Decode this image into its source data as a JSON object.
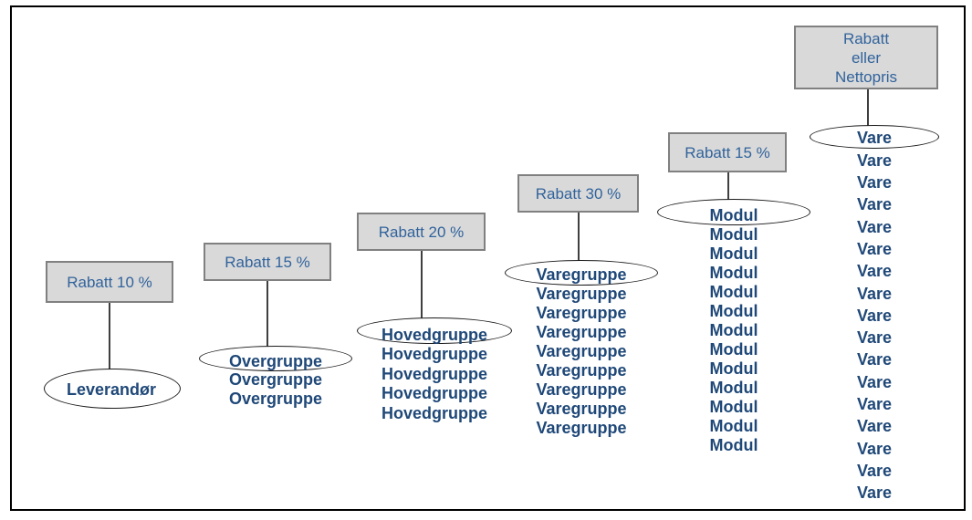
{
  "diagram": {
    "description_labels": {
      "frame": "pricing-hierarchy-diagram"
    },
    "columns": [
      {
        "id": "leverandor",
        "box_label": "Rabatt 10 %",
        "node_label": "Leverandør",
        "node_count": 1
      },
      {
        "id": "overgruppe",
        "box_label": "Rabatt 15 %",
        "node_label": "Overgruppe",
        "node_count": 3
      },
      {
        "id": "hovedgruppe",
        "box_label": "Rabatt 20 %",
        "node_label": "Hovedgruppe",
        "node_count": 5
      },
      {
        "id": "varegruppe",
        "box_label": "Rabatt 30 %",
        "node_label": "Varegruppe",
        "node_count": 9
      },
      {
        "id": "modul",
        "box_label": "Rabatt 15 %",
        "node_label": "Modul",
        "node_count": 13
      },
      {
        "id": "vare",
        "box_label": "Rabatt eller Nettopris",
        "box_label_lines": [
          "Rabatt",
          "eller",
          "Nettopris"
        ],
        "node_label": "Vare",
        "node_count": 17
      }
    ]
  },
  "colors": {
    "background": "#ffffff",
    "frame_border": "#000000",
    "box_fill": "#d9d9d9",
    "box_border": "#808080",
    "box_text": "#31639c",
    "node_text": "#1f4878",
    "connector": "#3f3f3f",
    "ellipse_border": "#1a1a1a"
  }
}
